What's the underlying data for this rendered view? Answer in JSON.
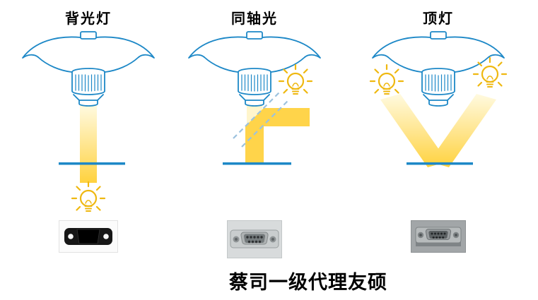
{
  "caption": "蔡司一级代理友硕",
  "panels": [
    {
      "title": "背光灯",
      "icons": [
        "camera-icon",
        "light-beam-down",
        "stage-line",
        "bulb-icon-below-stage",
        "db9-connector-photo-silhouette"
      ]
    },
    {
      "title": "同轴光",
      "icons": [
        "camera-icon",
        "light-beam-vertical-pale",
        "light-beam-bend-gold",
        "beam-splitter-dashes",
        "stage-line",
        "bulb-icon-right",
        "db9-connector-photo-bright"
      ]
    },
    {
      "title": "顶灯",
      "icons": [
        "camera-icon",
        "light-beam-left-diagonal",
        "light-beam-right-diagonal",
        "stage-line",
        "bulb-icon-left",
        "bulb-icon-right",
        "db9-connector-photo-shaded"
      ]
    }
  ],
  "colors": {
    "outline_blue": "#1d88c7",
    "stage_blue": "#1d88c7",
    "beam_gold": "#FFD23E",
    "beam_pale": "#FFFAE0",
    "bulb_gold": "#EFB810",
    "text": "#000000"
  }
}
